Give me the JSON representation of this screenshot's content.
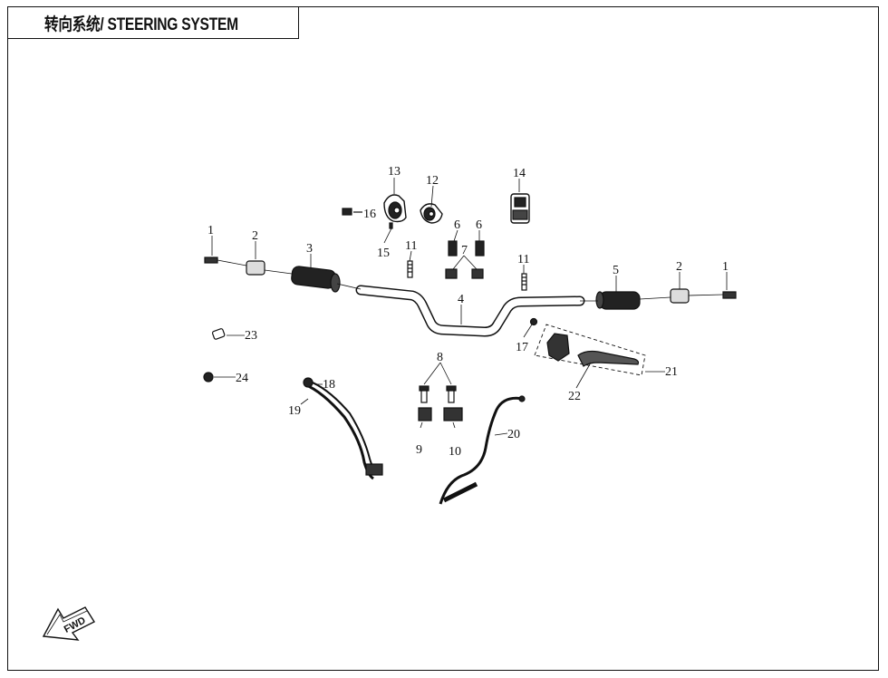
{
  "header": {
    "title": "转向系统/ STEERING SYSTEM"
  },
  "callouts": [
    "1",
    "2",
    "3",
    "4",
    "5",
    "6",
    "7",
    "8",
    "9",
    "10",
    "11",
    "12",
    "13",
    "14",
    "15",
    "16",
    "17",
    "18",
    "19",
    "20",
    "21",
    "22",
    "23",
    "24"
  ],
  "direction_marker": {
    "label": "FWD"
  }
}
